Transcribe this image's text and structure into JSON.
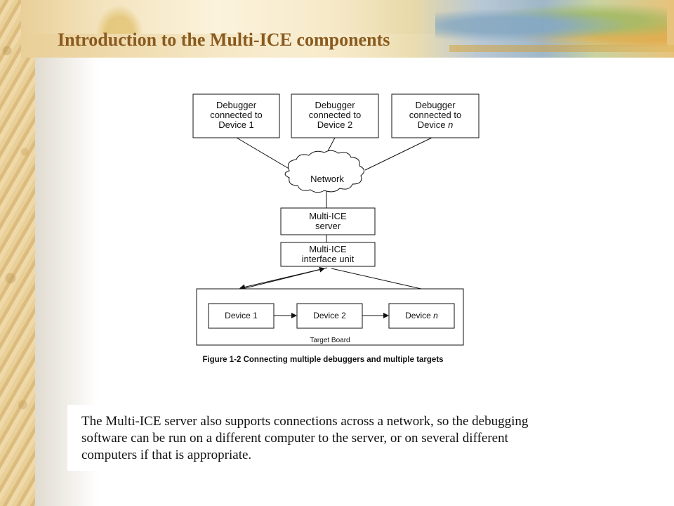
{
  "slide": {
    "title": "Introduction to the Multi-ICE components"
  },
  "diagram": {
    "debuggers": [
      {
        "line1": "Debugger",
        "line2": "connected to",
        "line3": "Device 1",
        "italic_suffix": ""
      },
      {
        "line1": "Debugger",
        "line2": "connected to",
        "line3": "Device 2",
        "italic_suffix": ""
      },
      {
        "line1": "Debugger",
        "line2": "connected to",
        "line3": "Device ",
        "italic_suffix": "n"
      }
    ],
    "network_label": "Network",
    "server": {
      "line1": "Multi-ICE",
      "line2": "server"
    },
    "interface_unit": {
      "line1": "Multi-ICE",
      "line2": "interface unit"
    },
    "devices": [
      {
        "label": "Device 1",
        "italic_suffix": ""
      },
      {
        "label": "Device 2",
        "italic_suffix": ""
      },
      {
        "label": "Device ",
        "italic_suffix": "n"
      }
    ],
    "board_label": "Target Board",
    "caption": "Figure 1-2 Connecting multiple debuggers and multiple targets"
  },
  "body_text": {
    "line1": "The Multi-ICE server also supports connections across a network, so the debugging",
    "line2": "software can be run on a different computer to the server, or on several different",
    "line3": "computers if that is appropriate."
  }
}
